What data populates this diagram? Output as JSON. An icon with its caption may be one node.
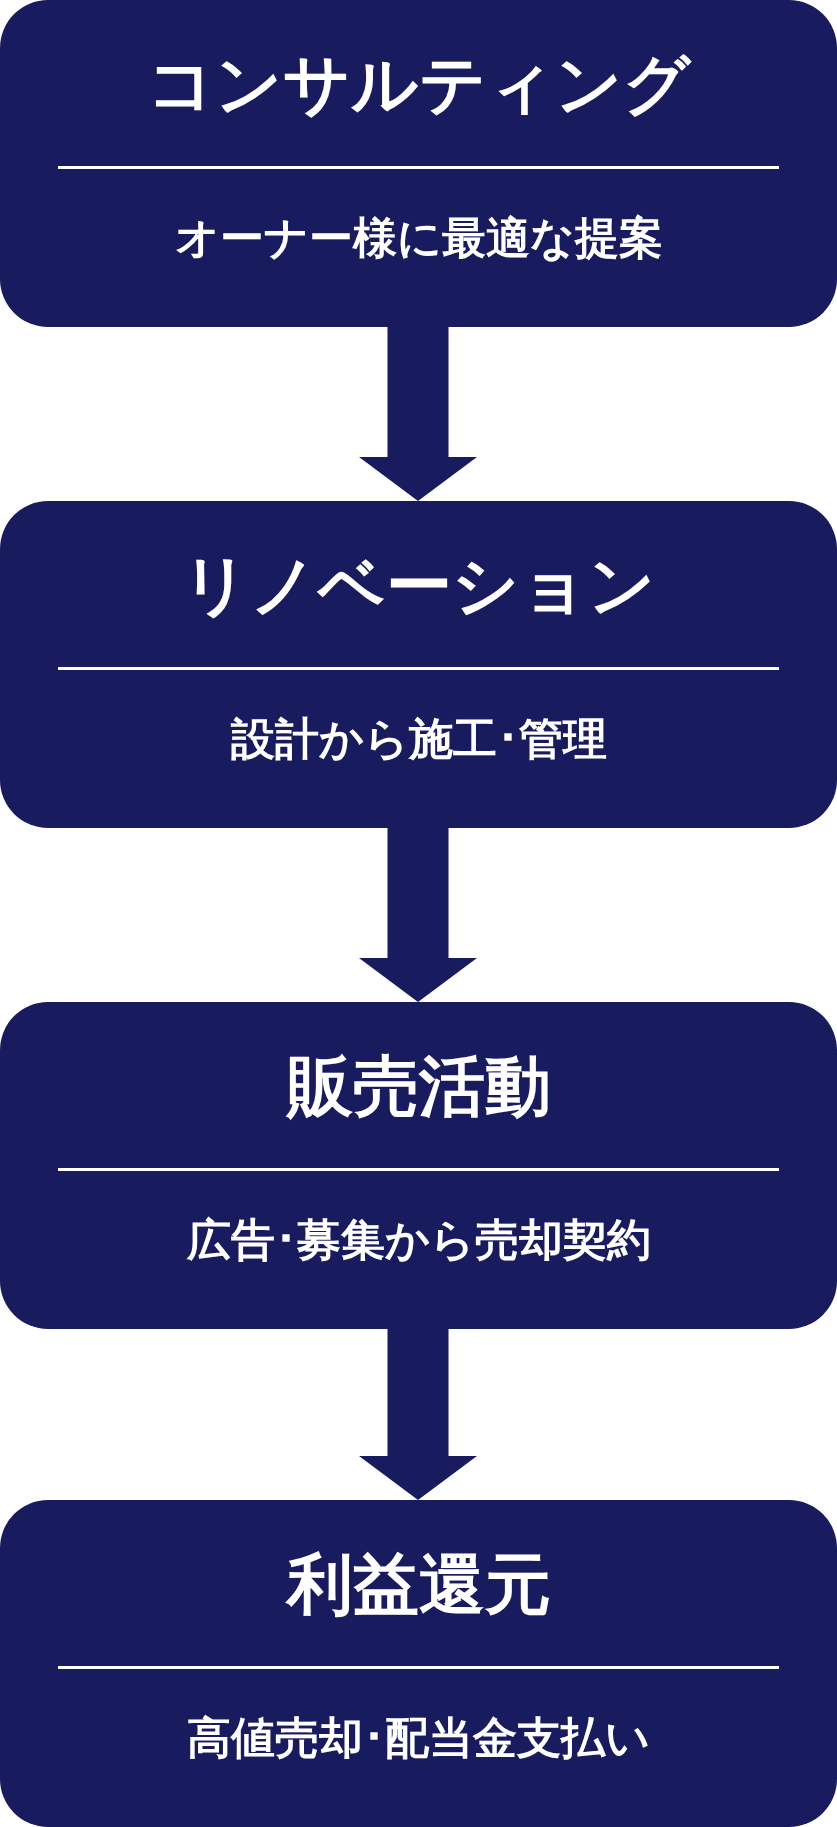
{
  "diagram": {
    "nodes": [
      {
        "text": [
          "コンサルティング",
          "オーナー様に最適な提案"
        ]
      },
      {
        "text": [
          "リノベーション",
          "設計から施工･管理"
        ]
      },
      {
        "text": [
          "販売活動",
          "広告･募集から売却契約"
        ]
      },
      {
        "text": [
          "利益還元",
          "高値売却･配当金支払い"
        ]
      }
    ],
    "edges": [
      {
        "from": 0,
        "to": 1,
        "arrow": "to"
      },
      {
        "from": 1,
        "to": 2,
        "arrow": "to"
      },
      {
        "from": 2,
        "to": 3,
        "arrow": "to"
      }
    ]
  }
}
